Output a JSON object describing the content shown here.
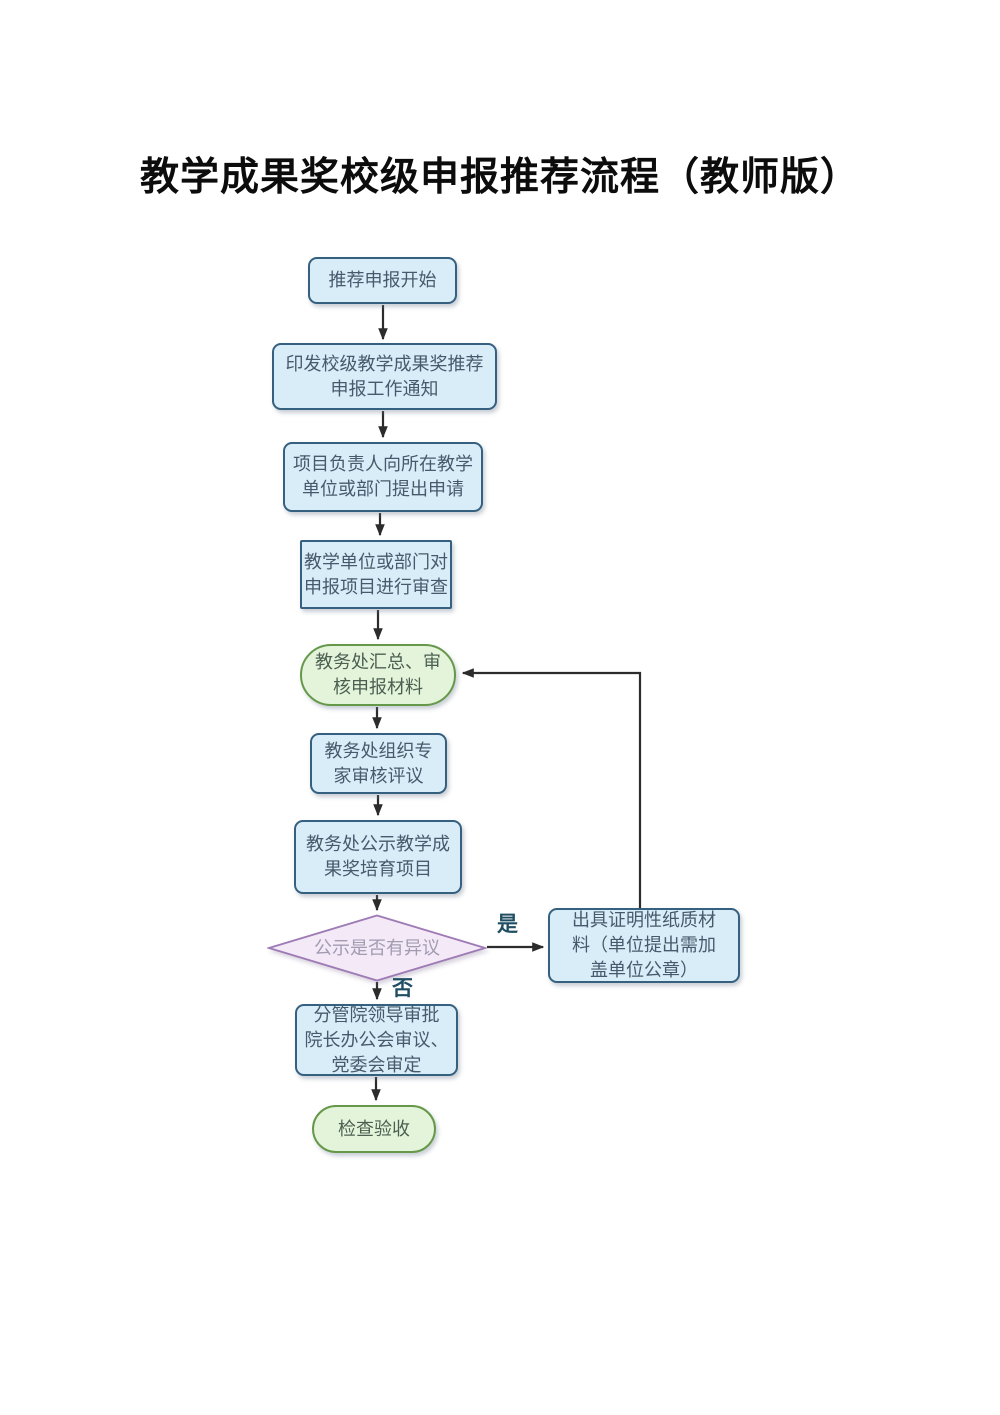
{
  "title": "教学成果奖校级申报推荐流程（教师版）",
  "colors": {
    "process_fill": "#d9edf8",
    "process_border": "#35607f",
    "process_text": "#465a6d",
    "terminal_fill": "#e4f4da",
    "terminal_border": "#66984a",
    "decision_fill": "#f3e9f7",
    "decision_border": "#9e7bb5",
    "decision_text": "#a29cb2",
    "connector": "#2c2c2c",
    "branch_label": "#1f4e63"
  },
  "flowchart": {
    "nodes": [
      {
        "name": "start",
        "shape": "rounded-rect",
        "label": "推荐申报开始"
      },
      {
        "name": "issue-notice",
        "shape": "rounded-rect",
        "label": "印发校级教学成果奖推荐\n申报工作通知"
      },
      {
        "name": "submit-application",
        "shape": "rounded-rect",
        "label": "项目负责人向所在教学\n单位或部门提出申请"
      },
      {
        "name": "unit-review",
        "shape": "rect",
        "label": "教学单位或部门对\n申报项目进行审查"
      },
      {
        "name": "aao-collect-review",
        "shape": "stadium",
        "label": "教务处汇总、审\n核申报材料"
      },
      {
        "name": "expert-review",
        "shape": "rounded-rect",
        "label": "教务处组织专\n家审核评议"
      },
      {
        "name": "publicity",
        "shape": "rounded-rect",
        "label": "教务处公示教学成\n果奖培育项目"
      },
      {
        "name": "objection-decision",
        "shape": "diamond",
        "label": "公示是否有异议"
      },
      {
        "name": "issue-proof-materials",
        "shape": "rounded-rect",
        "label": "出具证明性纸质材\n料（单位提出需加\n盖单位公章）"
      },
      {
        "name": "leader-approval",
        "shape": "rounded-rect",
        "label": "分管院领导审批\n院长办公会审议、\n党委会审定"
      },
      {
        "name": "final-acceptance",
        "shape": "stadium",
        "label": "检查验收"
      }
    ],
    "branch_labels": {
      "yes": "是",
      "no": "否"
    }
  }
}
